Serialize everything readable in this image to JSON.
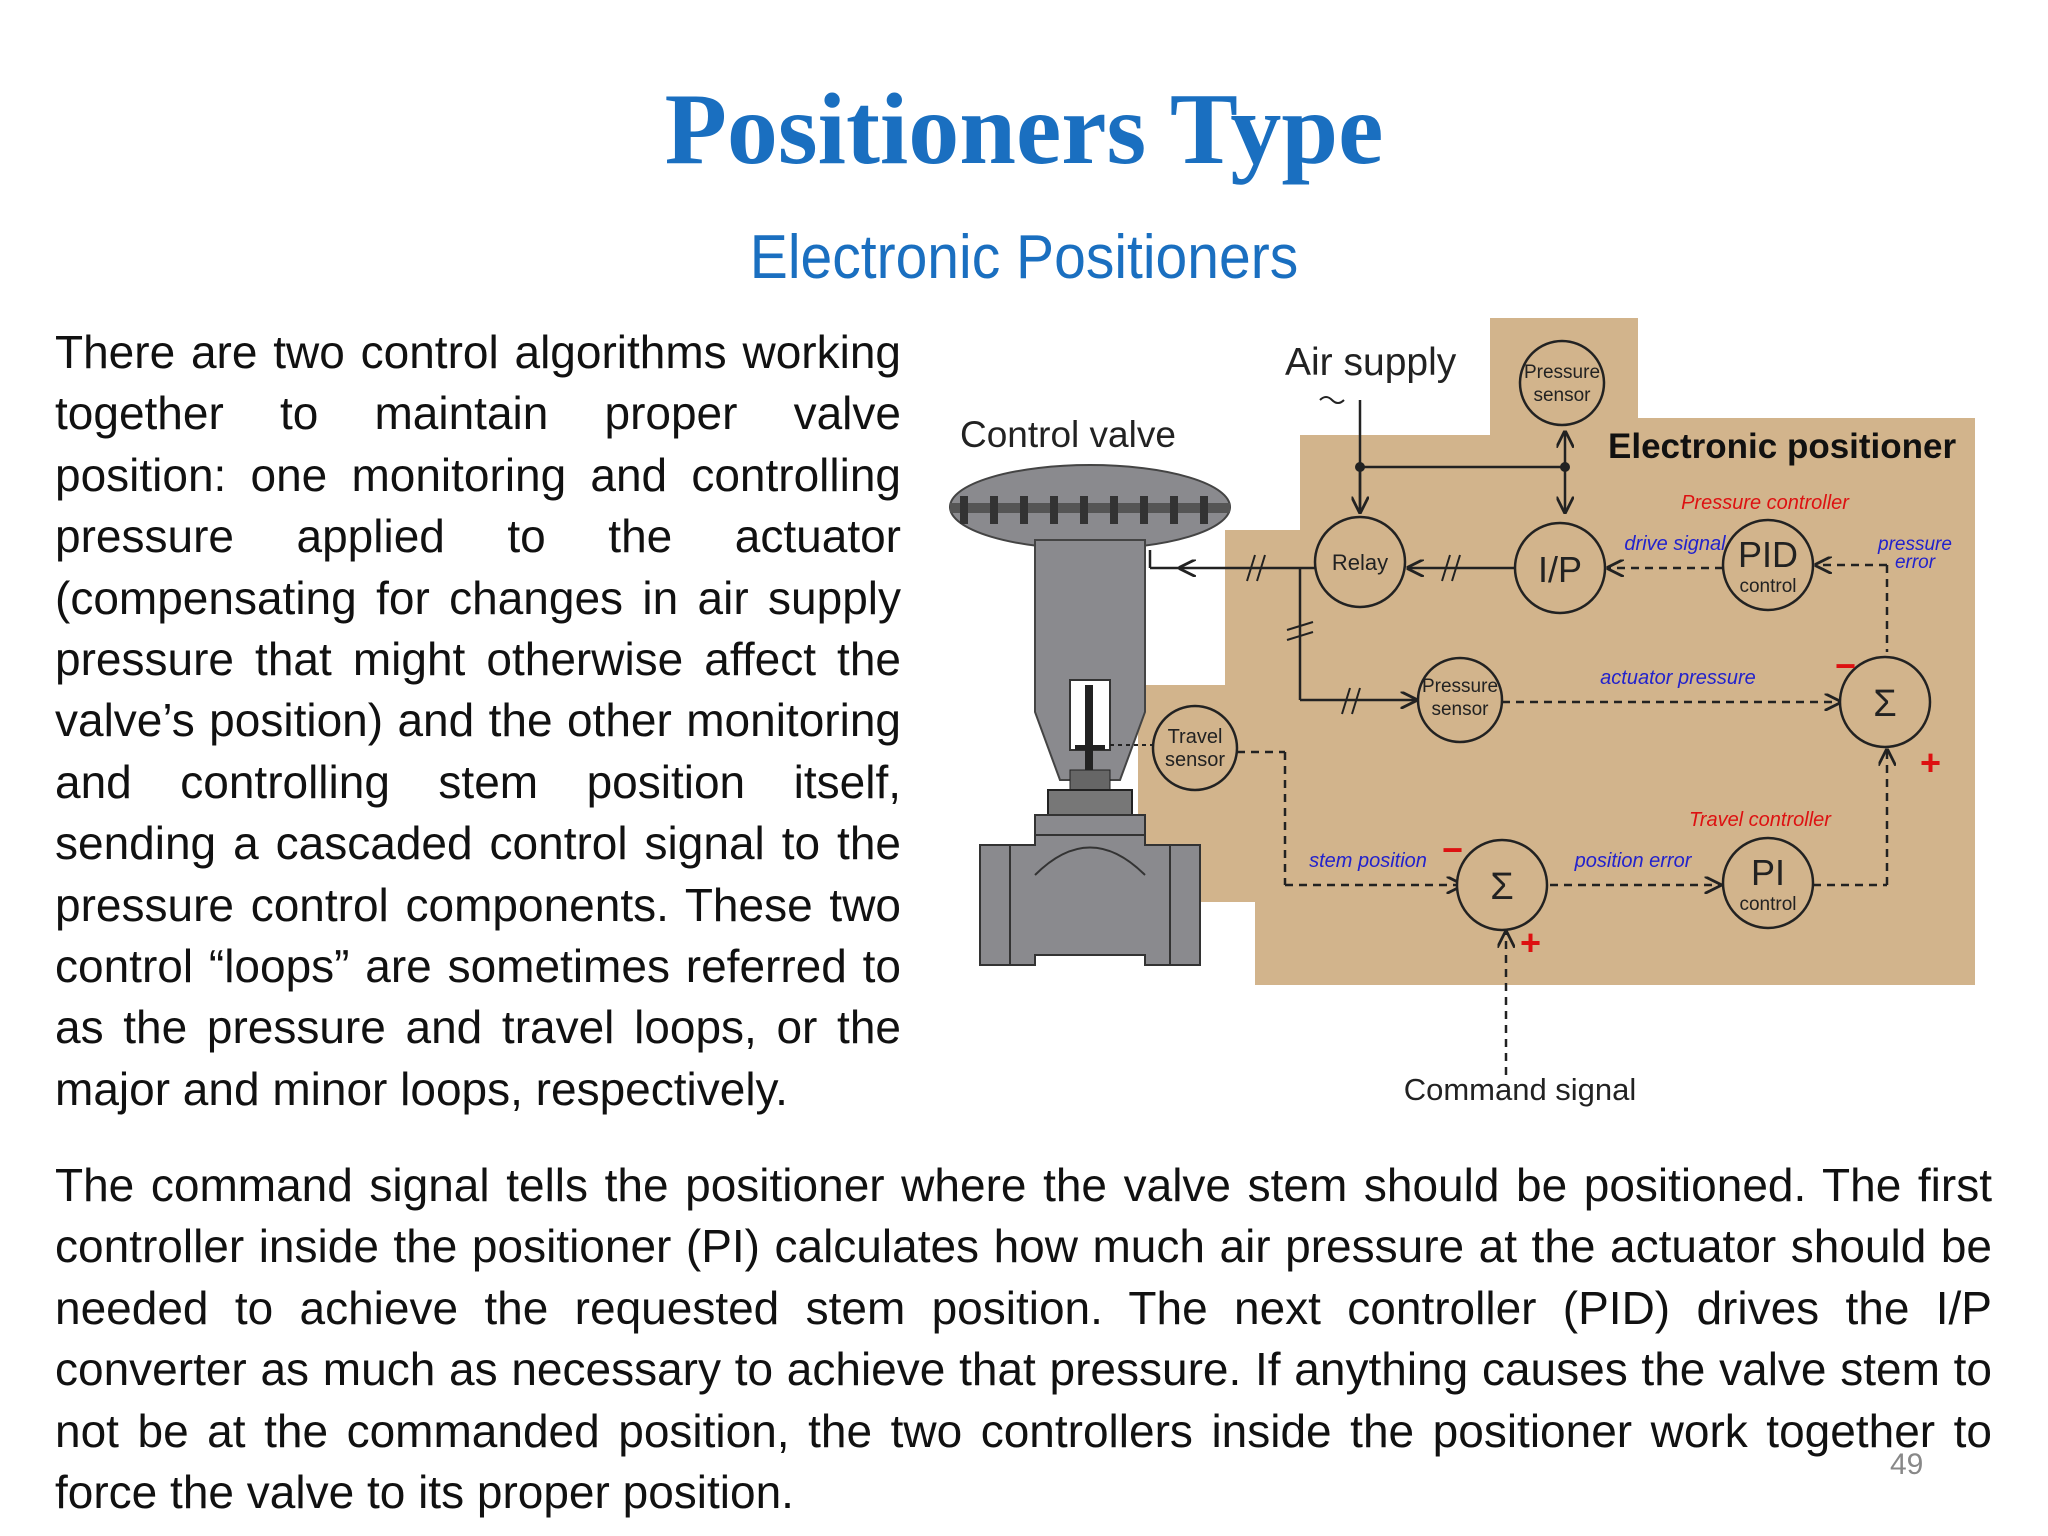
{
  "slide": {
    "title": "Positioners Type",
    "subtitle": "Electronic Positioners",
    "paragraph1": "There are two control algorithms working together to maintain proper valve position: one monitoring and controlling pressure applied to the actuator (compensating for changes in air supply pressure that might otherwise affect the valve’s position) and the other monitoring and controlling stem position itself, sending a cascaded control signal to the pressure control components. These two control “loops” are sometimes referred to as the pressure and travel loops, or the major and minor loops, respectively.",
    "paragraph2": "The command signal tells the positioner where the valve stem should be positioned. The first controller inside the positioner (PI) calculates how much air pressure at the actuator should be needed to achieve the requested stem position. The next controller (PID) drives the I/P converter as much as necessary to achieve that pressure. If anything causes the valve stem to not be at the commanded position, the two controllers inside the positioner work together to force the valve to its proper position.",
    "page_number": "49"
  },
  "diagram": {
    "air_supply": "Air supply",
    "control_valve": "Control valve",
    "electronic_positioner": "Electronic positioner",
    "pressure_sensor_top_line1": "Pressure",
    "pressure_sensor_top_line2": "sensor",
    "pressure_controller": "Pressure controller",
    "drive_signal": "drive signal",
    "pressure_error_line1": "pressure",
    "pressure_error_line2": "error",
    "relay": "Relay",
    "ip": "I/P",
    "pid": "PID",
    "pid_sub": "control",
    "pressure_sensor_mid_line1": "Pressure",
    "pressure_sensor_mid_line2": "sensor",
    "actuator_pressure": "actuator pressure",
    "sigma": "Σ",
    "travel_sensor_line1": "Travel",
    "travel_sensor_line2": "sensor",
    "travel_controller": "Travel controller",
    "stem_position": "stem position",
    "position_error": "position error",
    "pi": "PI",
    "pi_sub": "control",
    "command_signal": "Command signal",
    "minus_sign": "−",
    "plus_sign": "+",
    "colors": {
      "panel": "#d2b48c",
      "blue_label": "#2222cc",
      "red_label": "#dd1111",
      "valve_gray": "#8a8a8e"
    }
  }
}
